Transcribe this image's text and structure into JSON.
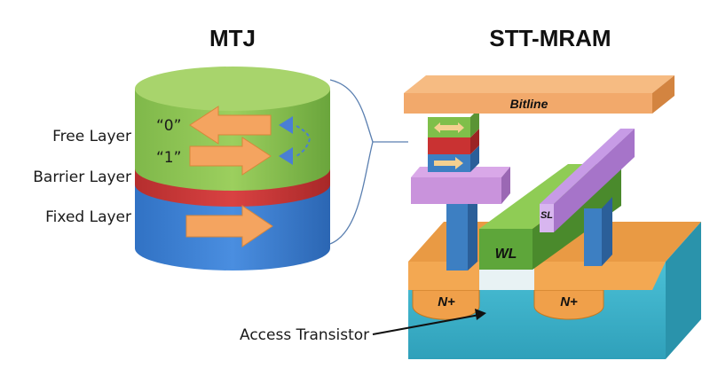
{
  "titles": {
    "mtj": "MTJ",
    "stt_mram": "STT-MRAM"
  },
  "mtj": {
    "free_layer_label": "Free Layer",
    "barrier_layer_label": "Barrier Layer",
    "fixed_layer_label": "Fixed Layer",
    "state_zero": "“0”",
    "state_one": "“1”"
  },
  "stt_mram": {
    "bitline": "Bitline",
    "source_line": "SL",
    "word_line": "WL",
    "n_plus_left": "N+",
    "n_plus_right": "N+",
    "access_transistor": "Access Transistor"
  },
  "colors": {
    "free_layer": "#8cc152",
    "barrier_layer": "#d23a3a",
    "fixed_layer": "#3c7fd0",
    "arrow": "#f4a460",
    "bitline": "#f2a96b",
    "substrate": "#3bb0c9",
    "diffusion": "#f0a04a",
    "word_line": "#7fbf4a",
    "source_line": "#b58ad6",
    "via": "#3d7fc2"
  }
}
